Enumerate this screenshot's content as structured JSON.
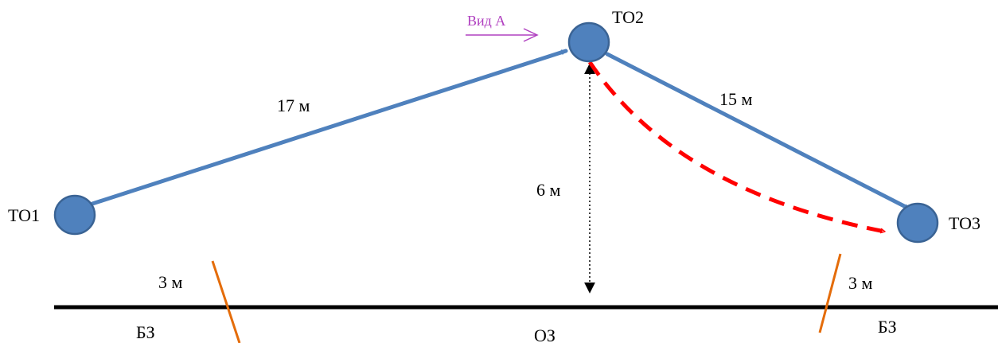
{
  "colors": {
    "node_fill": "#4F81BD",
    "node_stroke": "#3A6394",
    "path": "#4F81BD",
    "alt_path": "#FF0000",
    "view_marker": "#B040C0",
    "boundary_marker": "#E46C0A",
    "ground": "#000000"
  },
  "nodes": {
    "to1": "ТО1",
    "to2": "ТО2",
    "to3": "ТО3"
  },
  "distances": {
    "to1_to2": "17 м",
    "to2_to3": "15 м",
    "height": "6 м",
    "left_buffer": "3 м",
    "right_buffer": "3 м"
  },
  "zones": {
    "left": "БЗ",
    "center": "ОЗ",
    "right": "БЗ"
  },
  "view": {
    "label": "Вид А"
  }
}
